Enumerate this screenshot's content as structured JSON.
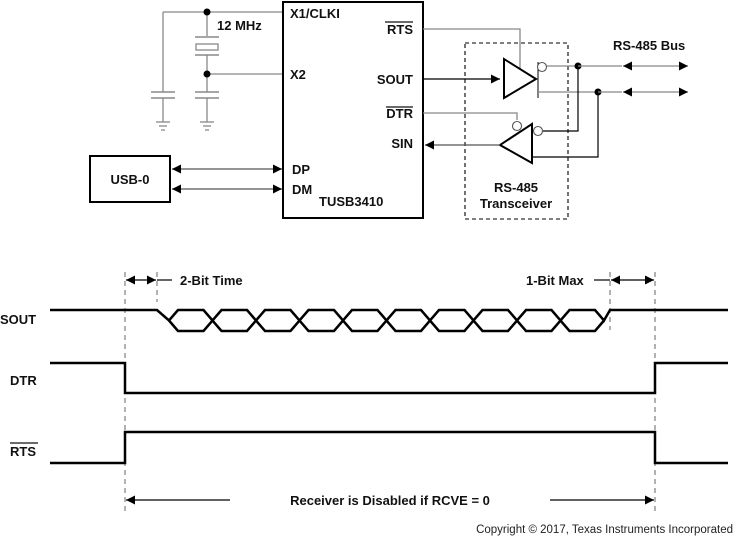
{
  "chip": {
    "name": "TUSB3410",
    "pins_left": [
      "X1/CLKI",
      "X2",
      "DP",
      "DM"
    ],
    "pins_right": [
      "RTS",
      "SOUT",
      "DTR",
      "SIN"
    ],
    "overlined_pins": [
      "RTS",
      "DTR"
    ]
  },
  "crystal": {
    "label": "12 MHz"
  },
  "usb": {
    "label": "USB-0"
  },
  "transceiver": {
    "line1": "RS-485",
    "line2": "Transceiver"
  },
  "bus": {
    "label": "RS-485 Bus"
  },
  "timing": {
    "signals": [
      "SOUT",
      "DTR",
      "RTS"
    ],
    "overlined_signals": [
      "RTS"
    ],
    "annotations": {
      "start_gap": "2-Bit Time",
      "end_gap": "1-Bit Max",
      "receiver_note": "Receiver is Disabled if RCVE = 0"
    },
    "data_bits": 10
  },
  "copyright": "Copyright © 2017, Texas Instruments Incorporated"
}
